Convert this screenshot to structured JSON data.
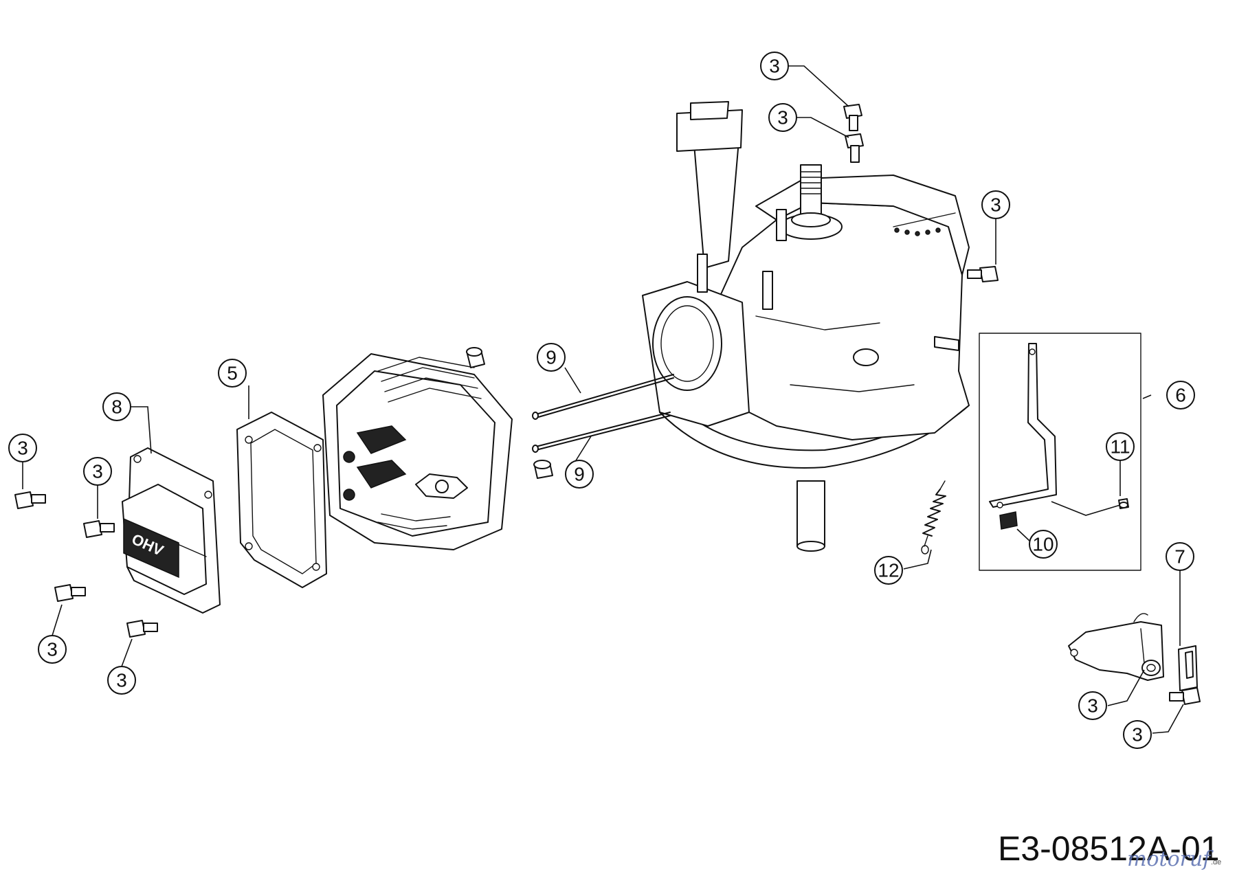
{
  "drawing": {
    "id": "E3-08512A-01",
    "watermark": {
      "text": "motoruf",
      "suffix": ".de"
    },
    "cover_marking": "OHV"
  },
  "callouts": {
    "c3_top1": "3",
    "c3_top2": "3",
    "c3_right": "3",
    "c3_l1": "3",
    "c3_l2": "3",
    "c3_l3": "3",
    "c3_l4": "3",
    "c3_br1": "3",
    "c3_br2": "3",
    "c5": "5",
    "c6": "6",
    "c7": "7",
    "c8": "8",
    "c9a": "9",
    "c9b": "9",
    "c10": "10",
    "c11": "11",
    "c12": "12"
  }
}
